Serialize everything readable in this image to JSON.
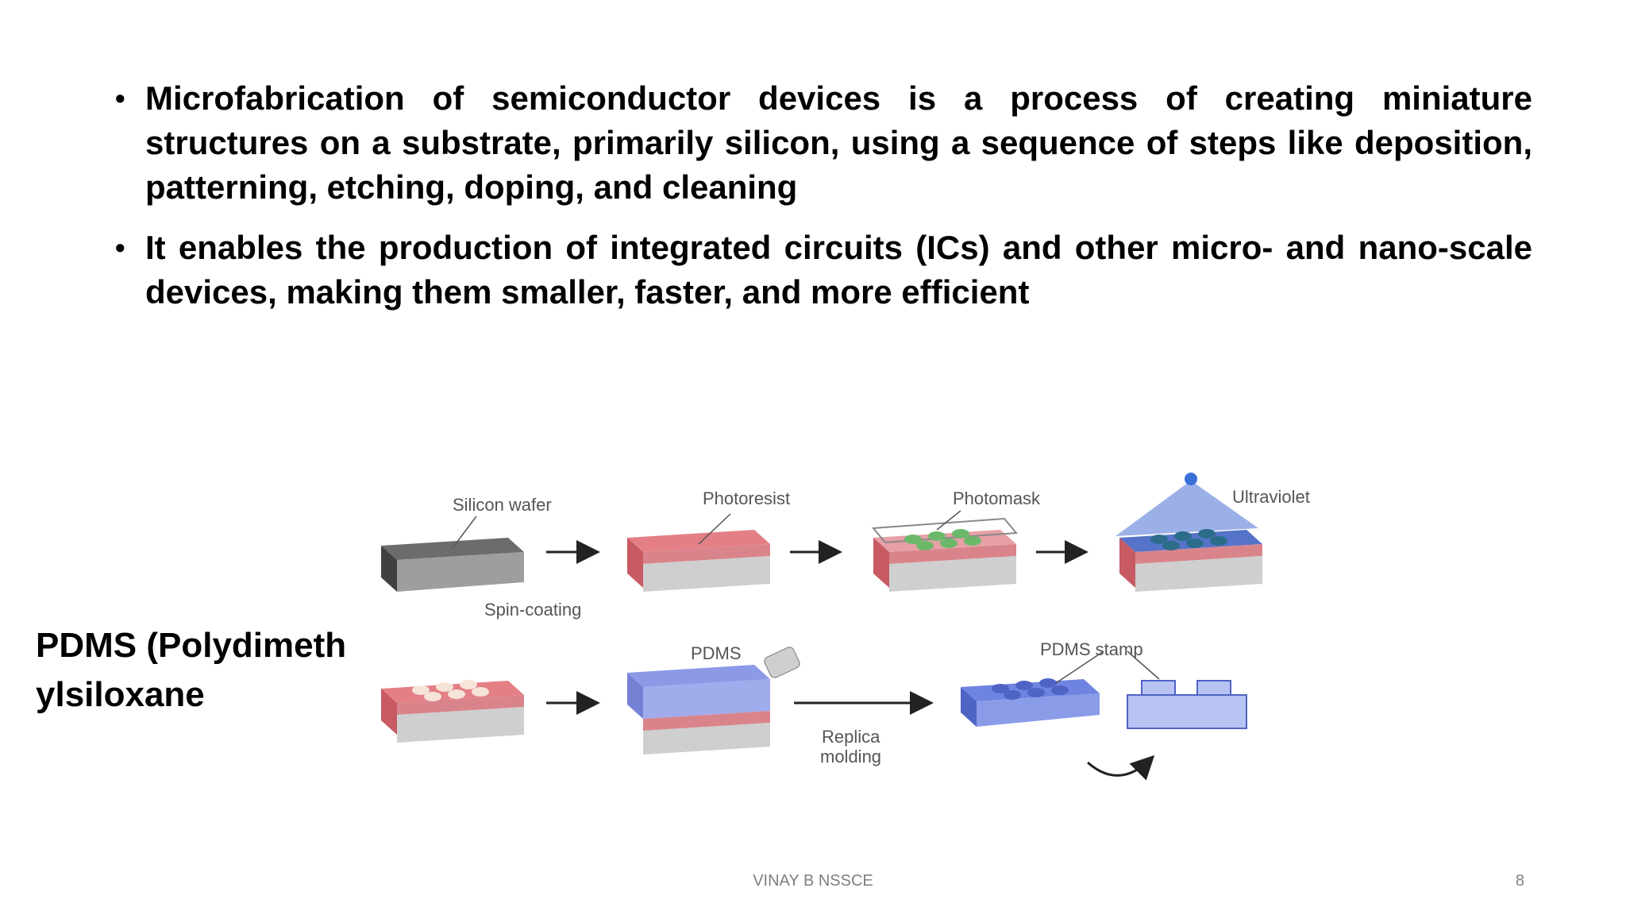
{
  "bullets": [
    {
      "text": "Microfabrication of semiconductor devices is a process of creating miniature structures on a substrate, primarily silicon, using a sequence of steps like deposition, patterning, etching, doping, and cleaning"
    },
    {
      "text": "It enables the production of integrated circuits (ICs) and other micro- and nano-scale devices, making them smaller, faster, and more efficient"
    }
  ],
  "side_label": "PDMS (Polydimethylsiloxane",
  "figure": {
    "labels": {
      "silicon_wafer": "Silicon wafer",
      "spin_coating": "Spin-coating",
      "photoresist": "Photoresist",
      "photomask": "Photomask",
      "ultraviolet": "Ultraviolet",
      "pdms": "PDMS",
      "replica_1": "Replica",
      "replica_2": "molding",
      "pdms_stamp": "PDMS stamp"
    }
  },
  "footer": {
    "text": "VINAY B    NSSCE",
    "page_number": "8"
  }
}
